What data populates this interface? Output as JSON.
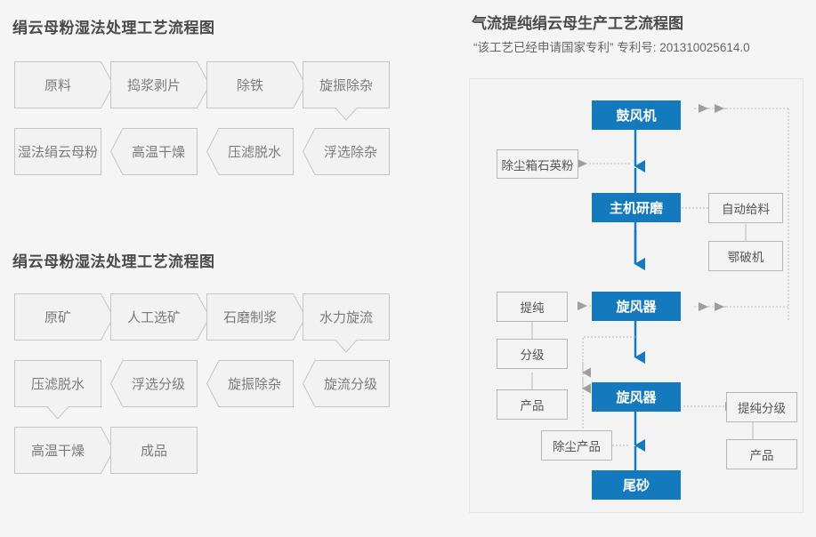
{
  "colors": {
    "page_background": "#f5f5f5",
    "panel_background": "#f3f3f3",
    "accent_blue": "#1479bd",
    "box_border": "#c6c6c6",
    "text_gray": "#7b7b7b",
    "heading_gray": "#4a4a4a"
  },
  "left": {
    "chart1": {
      "title": "绢云母粉湿法处理工艺流程图",
      "rows": [
        {
          "direction": "forward",
          "steps": [
            "原料",
            "捣浆剥片",
            "除铁",
            "旋振除杂"
          ]
        },
        {
          "direction": "reverse",
          "steps": [
            "湿法绢云母粉",
            "高温干燥",
            "压滤脱水",
            "浮选除杂"
          ]
        }
      ]
    },
    "chart2": {
      "title": "绢云母粉湿法处理工艺流程图",
      "rows": [
        {
          "direction": "forward",
          "steps": [
            "原矿",
            "人工选矿",
            "石磨制浆",
            "水力旋流"
          ]
        },
        {
          "direction": "reverse",
          "steps": [
            "压滤脱水",
            "浮选分级",
            "旋振除杂",
            "旋流分级"
          ]
        },
        {
          "direction": "forward",
          "steps": [
            "高温干燥",
            "成品"
          ]
        }
      ]
    }
  },
  "right": {
    "title": "气流提纯绢云母生产工艺流程图",
    "subtitle": "“该工艺已经申请国家专利” 专利号: 201310025614.0",
    "main_chain": [
      "鼓风机",
      "主机研磨",
      "旋风器",
      "旋风器",
      "尾砂"
    ],
    "nodes": {
      "blower": "鼓风机",
      "dust_box_quartz": "除尘箱石英粉",
      "main_grind": "主机研磨",
      "auto_feed": "自动给料",
      "jaw_crusher": "鄂破机",
      "cyclone_1": "旋风器",
      "purify": "提纯",
      "classify": "分级",
      "product_left": "产品",
      "cyclone_2": "旋风器",
      "purify_classify": "提纯分级",
      "product_right": "产品",
      "dust_product": "除尘产品",
      "tailings": "尾砂"
    }
  }
}
